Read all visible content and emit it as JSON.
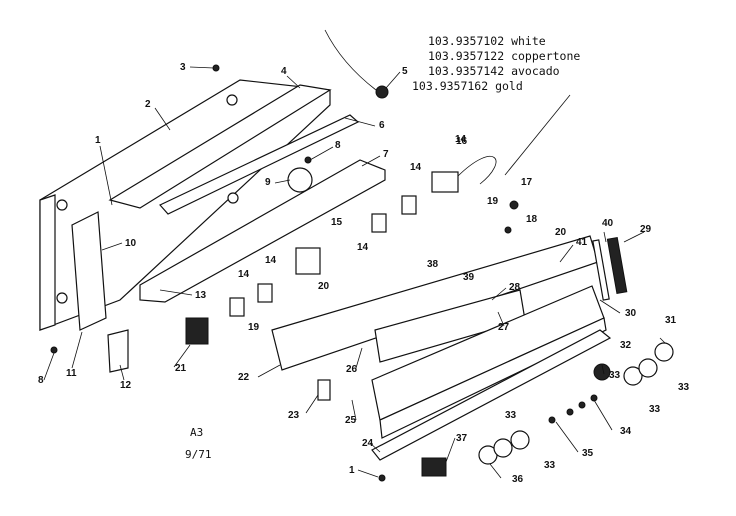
{
  "part_numbers": [
    "103.9357102 white",
    "103.9357122 coppertone",
    "103.9357142 avocado",
    "103.9357162 gold"
  ],
  "drawing_code": "A3",
  "drawing_date": "9/71",
  "callouts": [
    "1",
    "2",
    "3",
    "4",
    "5",
    "6",
    "7",
    "8",
    "9",
    "10",
    "11",
    "12",
    "13",
    "14",
    "14",
    "14",
    "14",
    "14",
    "15",
    "16",
    "17",
    "18",
    "19",
    "19",
    "20",
    "20",
    "21",
    "22",
    "23",
    "24",
    "25",
    "26",
    "27",
    "28",
    "29",
    "30",
    "31",
    "32",
    "33",
    "33",
    "33",
    "33",
    "33",
    "34",
    "35",
    "36",
    "37",
    "38",
    "39",
    "40",
    "41",
    "8",
    "1"
  ]
}
